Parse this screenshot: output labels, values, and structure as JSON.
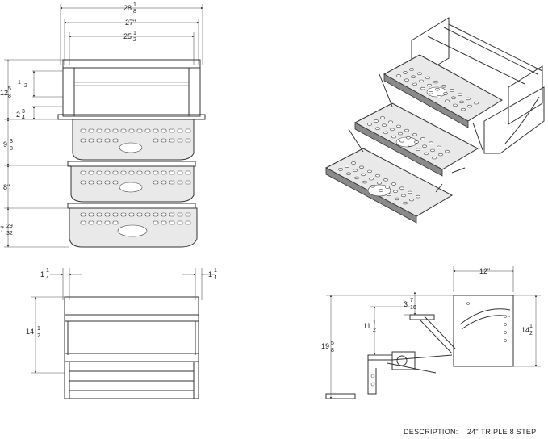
{
  "front_view": {
    "overall_width_whole": "28",
    "overall_width_num": "1",
    "overall_width_den": "8",
    "frame_width": "27\"",
    "step_width_whole": "25",
    "step_width_num": "1",
    "step_width_den": "2",
    "total_height_whole": "12",
    "total_height_num": "5",
    "total_height_den": "8",
    "top_gap_num": "1",
    "top_gap_den": "2",
    "offset_whole": "2",
    "offset_num": "3",
    "offset_den": "4",
    "rise_1_whole": "9",
    "rise_1_num": "3",
    "rise_1_den": "8",
    "rise_2": "8\"",
    "rise_3_whole": "7",
    "rise_3_num": "29",
    "rise_3_den": "32"
  },
  "bottom_view": {
    "left_flange_whole": "1",
    "left_flange_num": "1",
    "left_flange_den": "4",
    "right_flange_whole": "1",
    "right_flange_num": "1",
    "right_flange_den": "4",
    "depth_whole": "14",
    "depth_num": "1",
    "depth_den": "2"
  },
  "side_view": {
    "width": "12\"",
    "small_whole": "3",
    "small_num": "7",
    "small_den": "16",
    "mid_whole": "11",
    "mid_num": "1",
    "mid_den": "2",
    "overall_whole": "19",
    "overall_num": "5",
    "overall_den": "8",
    "right_whole": "14",
    "right_num": "1",
    "right_den": "2"
  },
  "description": {
    "label": "DESCRIPTION:",
    "value": "24\" TRIPLE 8 STEP"
  }
}
